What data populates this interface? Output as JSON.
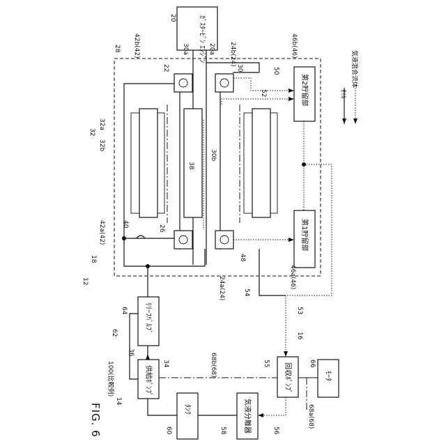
{
  "figure": {
    "title": "FIG. 6"
  },
  "labels": {
    "system_ref": "100(比較例)",
    "gas_turbine": "ｶﾞｽﾀｰﾋﾞﾝ ｴﾝｼﾞﾝ",
    "reservoir2": "第2貯留部",
    "reservoir1": "第1貯留部",
    "relief_valve": "ﾘﾘｰﾌﾊﾞﾙﾌﾞ",
    "supply_pump": "供給ﾎﾟﾝﾌﾟ",
    "recovery_pump": "回収ﾎﾟﾝﾌﾟ",
    "motor": "ﾓｰﾀ",
    "tank": "ﾀﾝｸ",
    "separator": "気液分離器"
  },
  "legend": {
    "oil": "ｵｲﾙ",
    "gas_liquid": "気液混合流体"
  },
  "refs": {
    "r20": "20",
    "r30a": "30a",
    "r20a": "20a",
    "r28": "28",
    "r42b": "42b(42)",
    "r24b": "24b(24)",
    "r46b": "46b(46)",
    "r22": "22",
    "r30": "30",
    "r50": "50",
    "r52": "52",
    "r32a": "32a",
    "r32": "32",
    "r32b": "32b",
    "r38": "38",
    "r30b": "30b",
    "r40": "40",
    "r26": "26",
    "r42a": "42a(42)",
    "r18": "18",
    "r12": "12",
    "r48": "48",
    "r46a": "46a(46)",
    "r24a": "24a(24)",
    "r54": "54",
    "r53": "53",
    "r16": "16",
    "r64": "64",
    "r62": "62",
    "r36": "36",
    "r34": "34",
    "r68b": "68b(68)",
    "r55": "55",
    "r66": "66",
    "r14": "14",
    "r60": "60",
    "r58": "58",
    "r56": "56",
    "r68a": "68a(68)"
  }
}
